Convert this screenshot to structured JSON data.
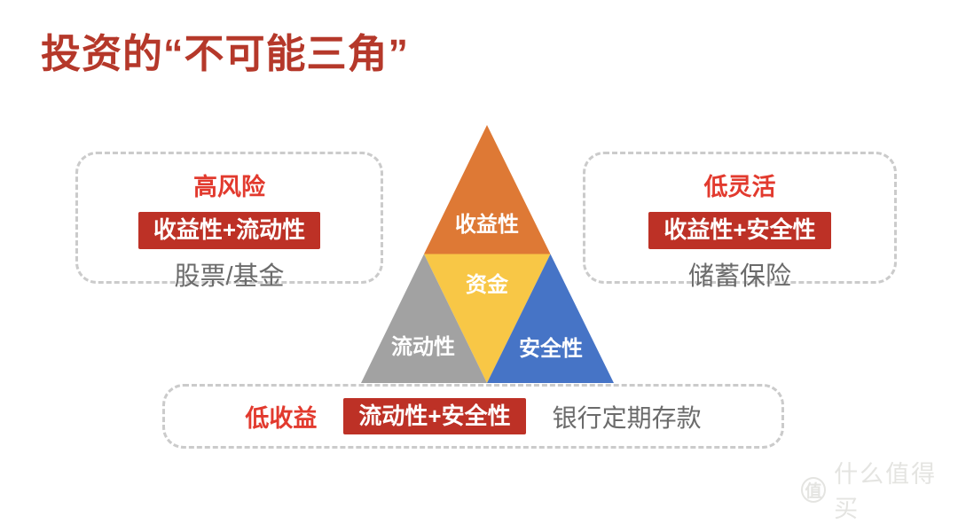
{
  "title": "投资的“不可能三角”",
  "palette": {
    "title_red": "#B5382A",
    "accent_red": "#E23A2E",
    "badge_red": "#BD3126",
    "gray_text": "#6B6B6B",
    "dash_border": "#CBCBCB",
    "watermark_gray": "#E4E4E1"
  },
  "pyramid": {
    "top": {
      "label": "收益性",
      "color": "#DE7935"
    },
    "center": {
      "label": "资金",
      "color": "#F8C746"
    },
    "left": {
      "label": "流动性",
      "color": "#A2A2A2"
    },
    "right": {
      "label": "安全性",
      "color": "#4674C6"
    }
  },
  "callouts": {
    "left": {
      "tag": "高风险",
      "badge": "收益性+流动性",
      "example": "股票/基金"
    },
    "right": {
      "tag": "低灵活",
      "badge": "收益性+安全性",
      "example": "储蓄保险"
    },
    "bottom": {
      "tag": "低收益",
      "badge": "流动性+安全性",
      "example": "银行定期存款"
    }
  },
  "watermark": {
    "logo": "值",
    "text": "什么值得买"
  }
}
